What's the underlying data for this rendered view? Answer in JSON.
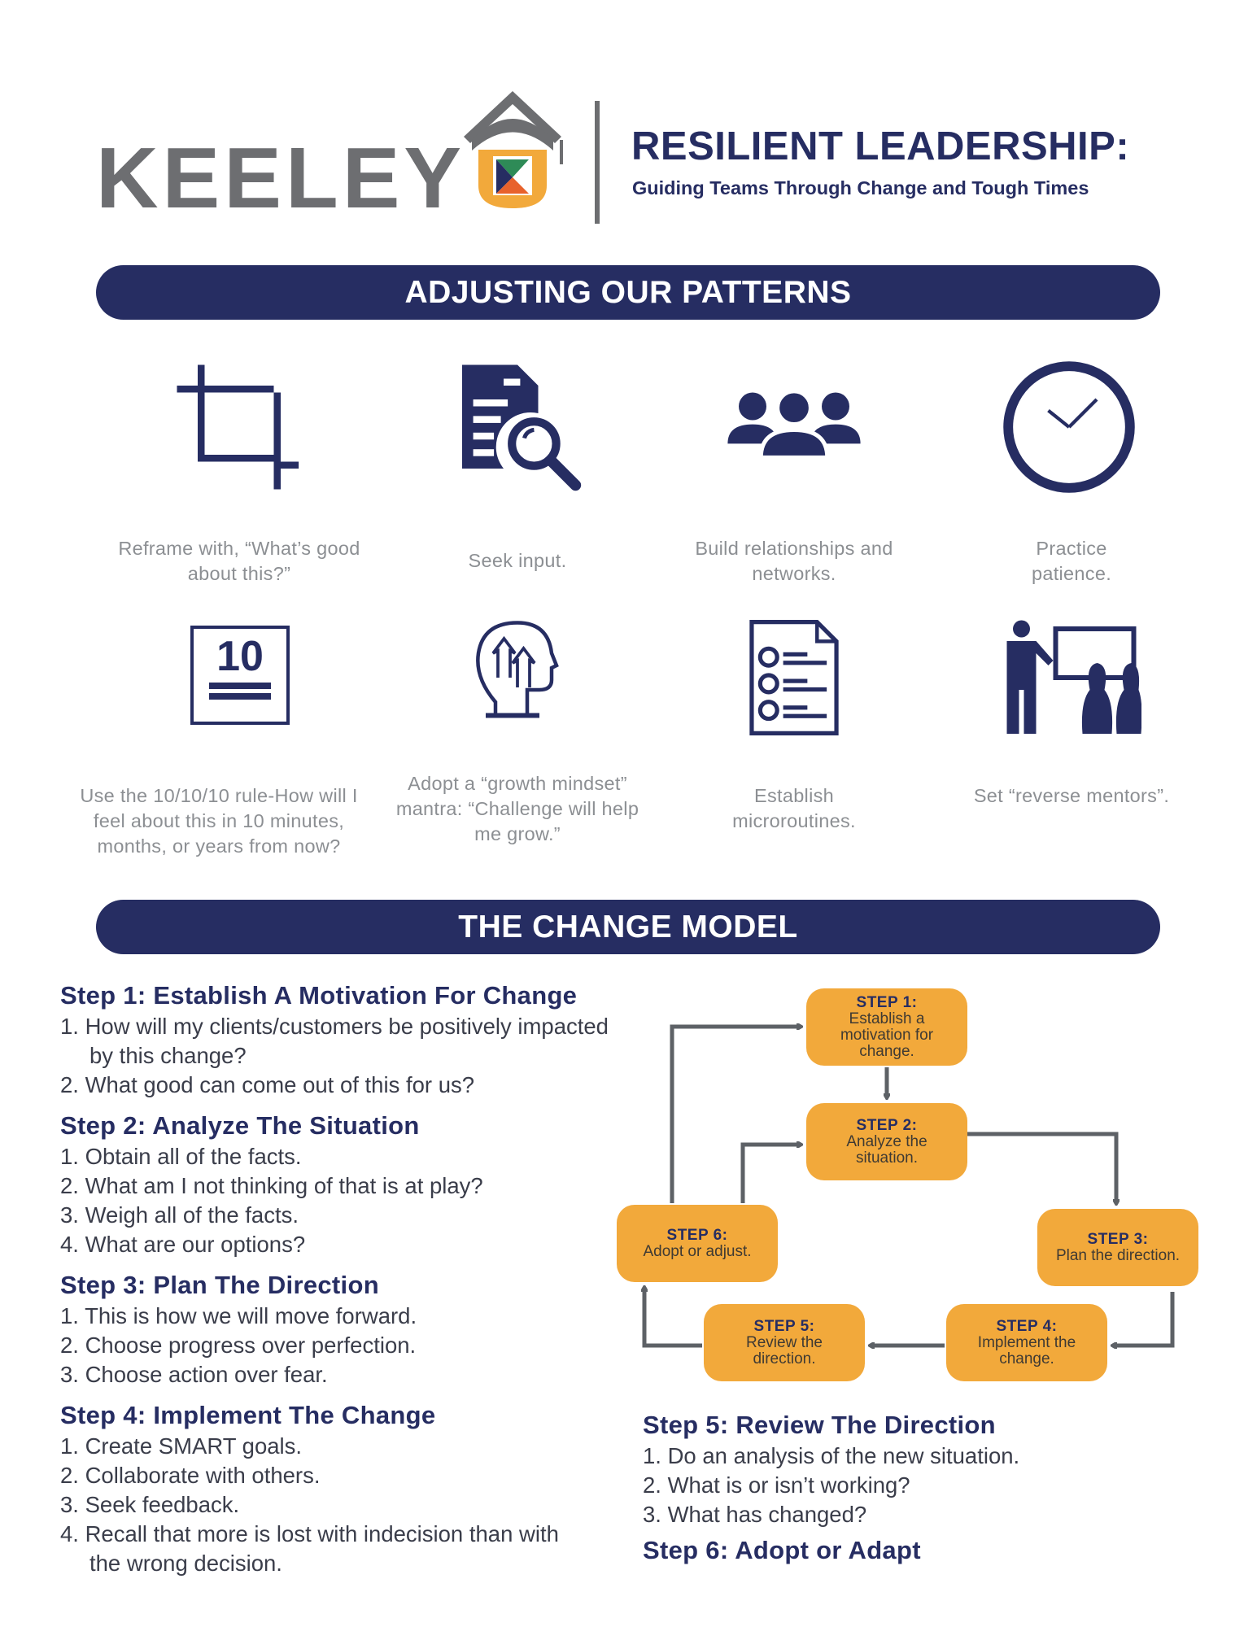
{
  "header": {
    "logo_text": "KEELEY",
    "logo_letter": "U",
    "title": "RESILIENT LEADERSHIP:",
    "subtitle": "Guiding Teams Through Change and Tough Times"
  },
  "patterns": {
    "banner": "ADJUSTING OUR PATTERNS",
    "items": [
      {
        "icon": "crop-icon",
        "caption": "Reframe with, “What’s good about this?”"
      },
      {
        "icon": "document-search-icon",
        "caption": "Seek input."
      },
      {
        "icon": "people-group-icon",
        "caption": "Build relationships and networks."
      },
      {
        "icon": "clock-icon",
        "caption": "Practice patience."
      },
      {
        "icon": "ten-rule-icon",
        "icon_text": "10",
        "caption": "Use the 10/10/10 rule-How will I feel about this in 10 minutes, months, or years from now?"
      },
      {
        "icon": "growth-mindset-head-icon",
        "caption": "Adopt a “growth mindset” mantra: “Challenge will help me grow.”"
      },
      {
        "icon": "checklist-icon",
        "caption": "Establish microroutines."
      },
      {
        "icon": "mentor-presentation-icon",
        "caption": "Set “reverse mentors”."
      }
    ]
  },
  "change_model": {
    "banner": "THE CHANGE MODEL",
    "steps": [
      {
        "heading": "Step 1: Establish A Motivation For Change",
        "items": [
          "1. How will my clients/customers be positively impacted by this change?",
          "2. What good can come out of this for us?"
        ]
      },
      {
        "heading": "Step 2: Analyze The Situation",
        "items": [
          "1. Obtain all of the facts.",
          "2. What am I not thinking of that is at play?",
          "3. Weigh all of the facts.",
          "4. What are our options?"
        ]
      },
      {
        "heading": "Step 3: Plan The Direction",
        "items": [
          "1. This is how we will move forward.",
          "2. Choose progress over perfection.",
          "3. Choose action over fear."
        ]
      },
      {
        "heading": "Step 4: Implement The Change",
        "items": [
          "1. Create SMART goals.",
          "2. Collaborate with others.",
          "3. Seek feedback.",
          "4. Recall that more is lost with indecision than with the wrong decision."
        ]
      },
      {
        "heading": "Step 5: Review The Direction",
        "items": [
          "1. Do an analysis of the new situation.",
          "2. What is or isn’t working?",
          "3. What has changed?"
        ]
      },
      {
        "heading": "Step 6: Adopt or Adapt",
        "items": []
      }
    ],
    "diagram": [
      {
        "step": "STEP 1:",
        "text": "Establish a motivation for change."
      },
      {
        "step": "STEP 2:",
        "text": "Analyze the situation."
      },
      {
        "step": "STEP 3:",
        "text": "Plan the direction."
      },
      {
        "step": "STEP 4:",
        "text": "Implement the change."
      },
      {
        "step": "STEP 5:",
        "text": "Review the direction."
      },
      {
        "step": "STEP 6:",
        "text": "Adopt or adjust."
      }
    ]
  },
  "colors": {
    "navy": "#262d62",
    "orange": "#f2a93b",
    "gray": "#6d6e71",
    "caption": "#8c8f93"
  }
}
